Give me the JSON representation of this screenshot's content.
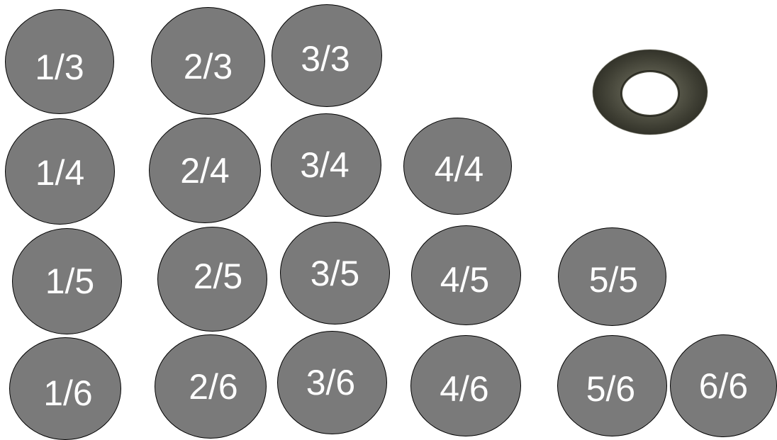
{
  "colors": {
    "disc_fill": "#7a7a7a",
    "disc_border": "#000000",
    "label": "#ffffff",
    "washer": "#4a4a3e",
    "background": "#ffffff"
  },
  "rows": [
    [
      "1/3",
      "2/3",
      "3/3"
    ],
    [
      "1/4",
      "2/4",
      "3/4",
      "4/4"
    ],
    [
      "1/5",
      "2/5",
      "3/5",
      "4/5",
      "5/5"
    ],
    [
      "1/6",
      "2/6",
      "3/6",
      "4/6",
      "5/6",
      "6/6"
    ]
  ],
  "image": {
    "icon": "washer-icon"
  }
}
